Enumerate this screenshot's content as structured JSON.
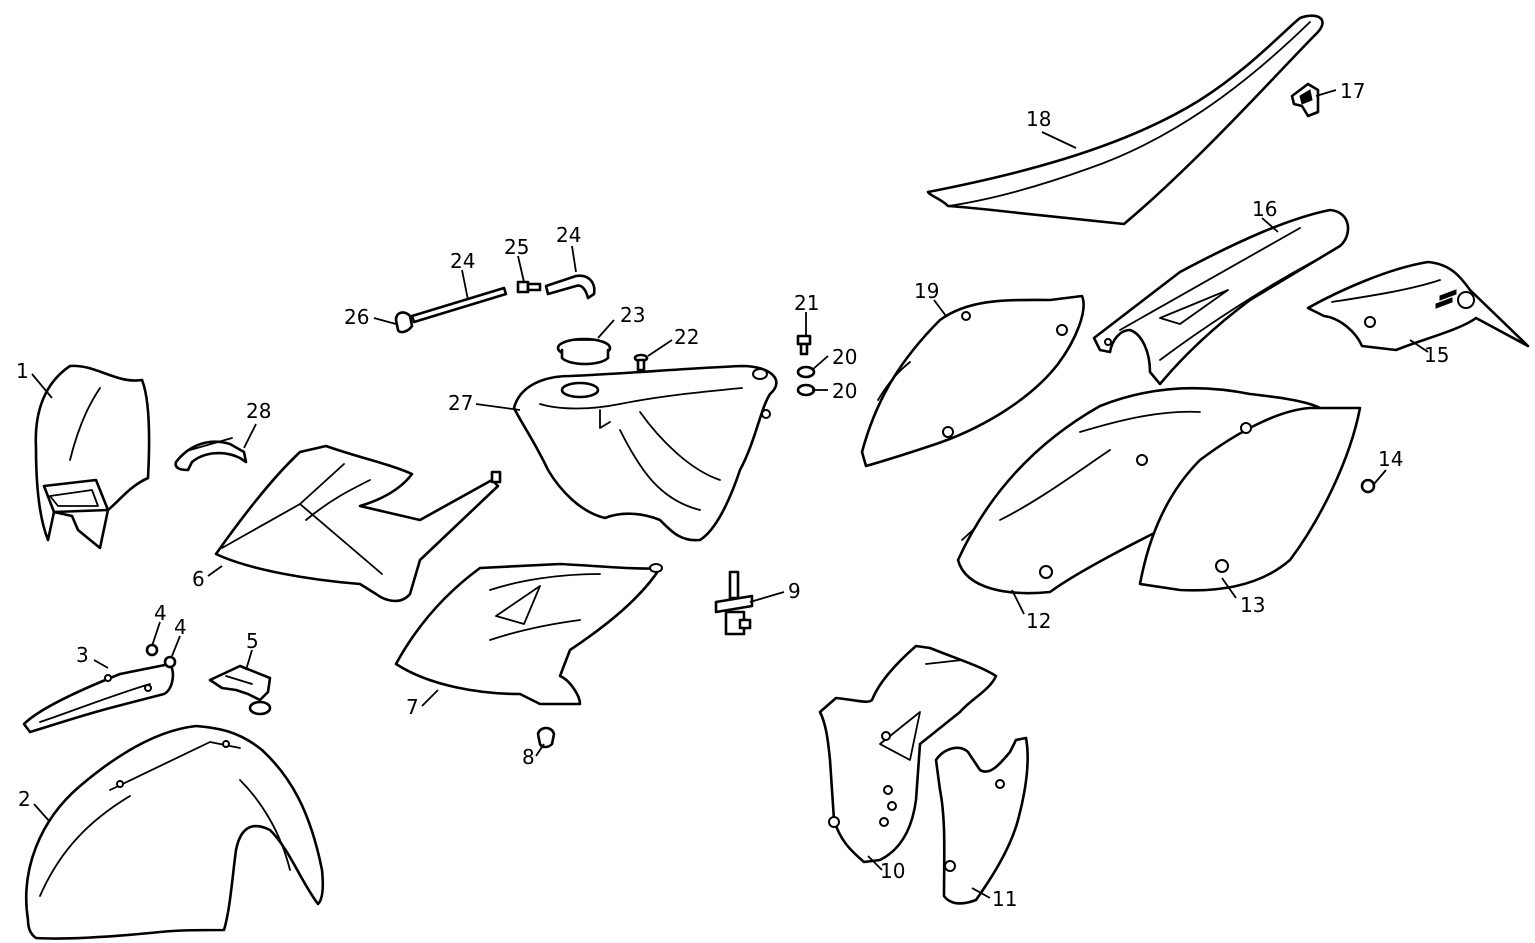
{
  "callouts": {
    "c1": "1",
    "c2": "2",
    "c3": "3",
    "c4a": "4",
    "c4b": "4",
    "c5": "5",
    "c6": "6",
    "c7": "7",
    "c8": "8",
    "c9": "9",
    "c10": "10",
    "c11": "11",
    "c12": "12",
    "c13": "13",
    "c14": "14",
    "c15": "15",
    "c16": "16",
    "c17": "17",
    "c18": "18",
    "c19": "19",
    "c20a": "20",
    "c20b": "20",
    "c21": "21",
    "c22": "22",
    "c23": "23",
    "c24a": "24",
    "c24b": "24",
    "c25": "25",
    "c26": "26",
    "c27": "27",
    "c28": "28"
  }
}
